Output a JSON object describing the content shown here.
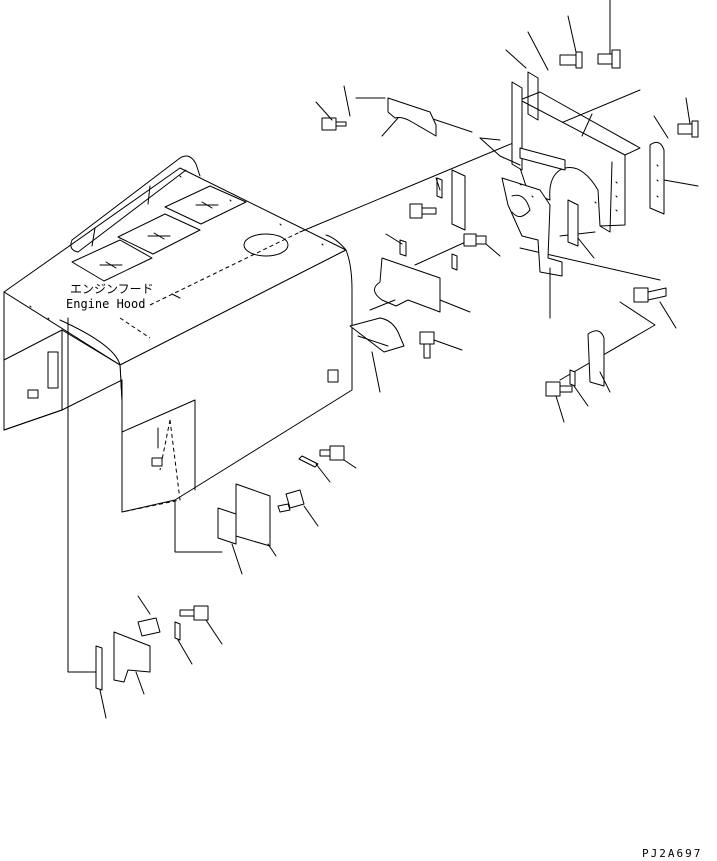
{
  "labels": {
    "engine_hood_jp": "エンジンフード",
    "engine_hood_en": "Engine Hood"
  },
  "drawing_code": "PJ2A697"
}
